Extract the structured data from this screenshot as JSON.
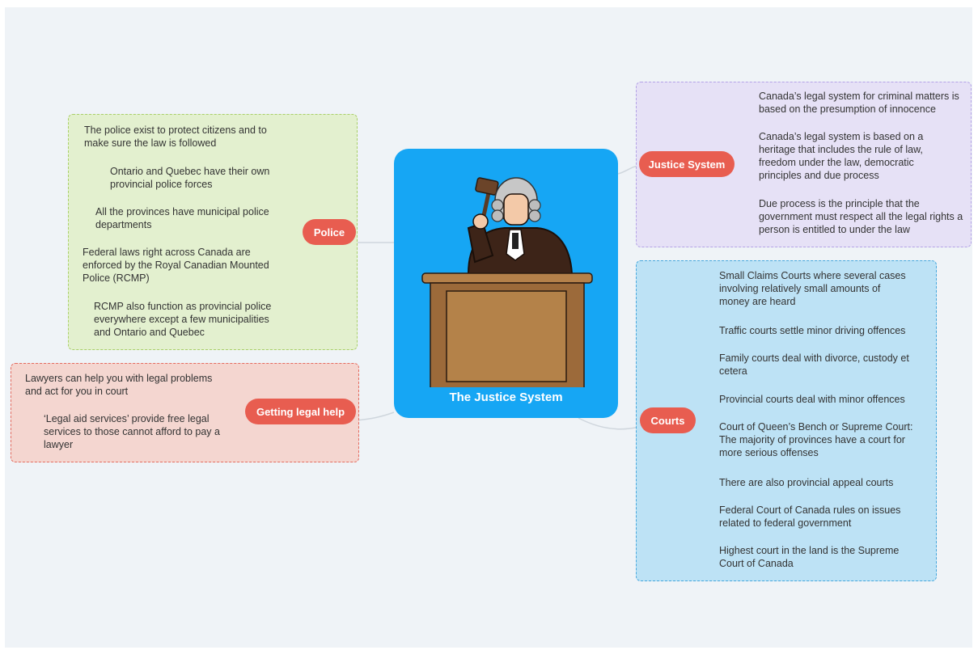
{
  "central": {
    "title": "The Justice System"
  },
  "police": {
    "label": "Police",
    "items": [
      "The police exist to protect citizens and to make sure the law is followed",
      "Ontario and Quebec have their own provincial police forces",
      "All the provinces have municipal police departments",
      "Federal laws right across Canada are enforced by the Royal Canadian Mounted Police (RCMP)",
      "RCMP also function as provincial police everywhere except a few municipalities and Ontario and Quebec"
    ]
  },
  "legal_help": {
    "label": "Getting legal help",
    "items": [
      "Lawyers can help you with legal problems and act for you in court",
      "‘Legal aid services’ provide free legal services to those cannot afford to pay a lawyer"
    ]
  },
  "justice_system": {
    "label": "Justice System",
    "items": [
      "Canada’s legal system for criminal matters is based on the presumption of innocence",
      "Canada’s legal system is based on a heritage that includes the rule of law, freedom under the law, democratic principles and due process",
      "Due process is the principle that the government must respect all the legal rights a person is entitled to under the law"
    ]
  },
  "courts": {
    "label": "Courts",
    "items": [
      "Small Claims Courts where several cases involving relatively small amounts of money are heard",
      "Traffic courts settle minor driving offences",
      "Family courts deal with divorce, custody et cetera",
      "Provincial courts deal with minor offences",
      "Court of Queen’s Bench or Supreme Court: The majority of provinces have a court for more serious offenses",
      "There are also provincial appeal courts",
      "Federal Court of Canada rules on issues related to federal government",
      "Highest court in the land is the Supreme Court of Canada"
    ]
  },
  "colors": {
    "central": "#16a6f4",
    "pill": "#e85d50",
    "police_bg": "#e3f0cf",
    "legal_bg": "#f4d6d0",
    "justice_bg": "#e6e1f6",
    "courts_bg": "#bde2f5"
  }
}
